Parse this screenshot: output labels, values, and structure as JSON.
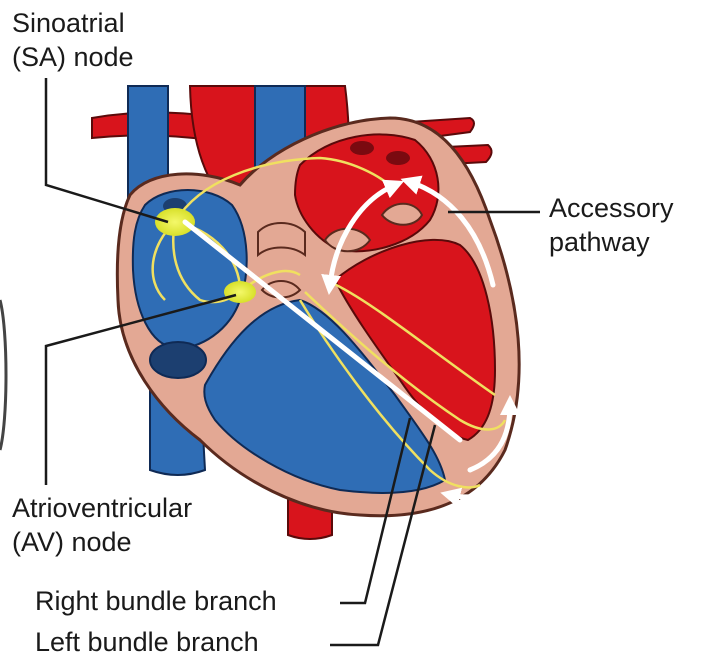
{
  "labels": {
    "sa_node": {
      "line1": "Sinoatrial",
      "line2": "(SA) node"
    },
    "accessory_pathway": {
      "line1": "Accessory",
      "line2": "pathway"
    },
    "av_node": {
      "line1": "Atrioventricular",
      "line2": "(AV) node"
    },
    "right_bundle_branch": "Right bundle branch",
    "left_bundle_branch": "Left bundle branch"
  },
  "colors": {
    "venous_blue": "#2f6db5",
    "arterial_red": "#d8141c",
    "myocardium": "#e3a894",
    "node_yellow": "#e6ee3a",
    "conduction_line": "#f0e060",
    "leader_line": "#1a1a1a",
    "signal_arrow": "#ffffff"
  }
}
